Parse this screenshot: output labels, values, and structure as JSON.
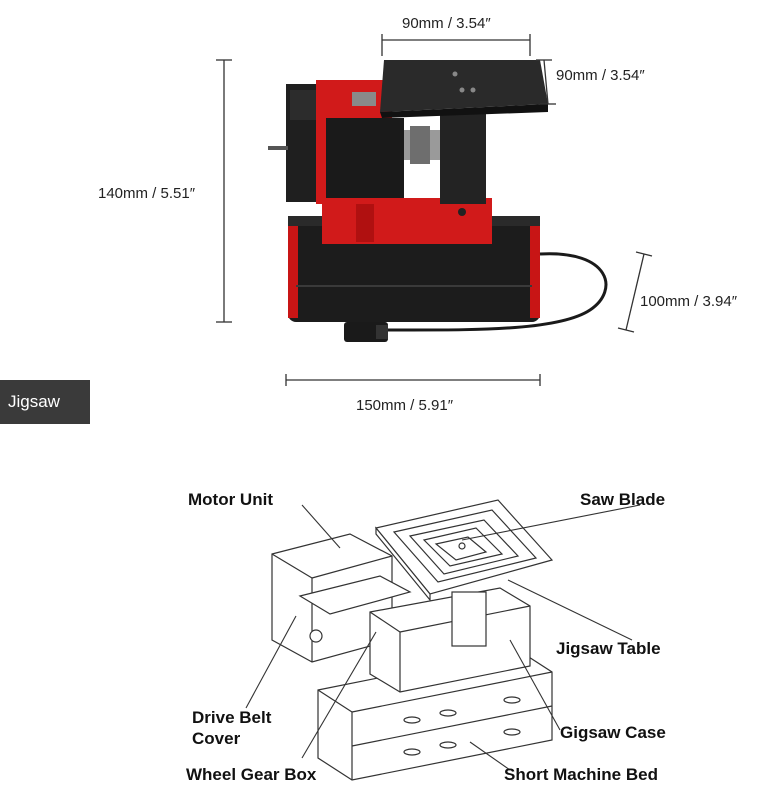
{
  "section_tag": "Jigsaw",
  "dimensions": {
    "top_width": "90mm / 3.54″",
    "top_depth": "90mm / 3.54″",
    "height": "140mm / 5.51″",
    "base_depth": "100mm / 3.94″",
    "base_width": "150mm / 5.91″"
  },
  "callouts": {
    "motor_unit": "Motor Unit",
    "saw_blade": "Saw Blade",
    "jigsaw_table": "Jigsaw Table",
    "drive_belt_cover_line1": "Drive Belt",
    "drive_belt_cover_line2": "Cover",
    "gigsaw_case": "Gigsaw Case",
    "wheel_gear_box": "Wheel Gear Box",
    "short_machine_bed": "Short Machine Bed"
  },
  "colors": {
    "machine_red": "#d11a1a",
    "machine_black": "#1c1c1c",
    "line": "#333333"
  }
}
